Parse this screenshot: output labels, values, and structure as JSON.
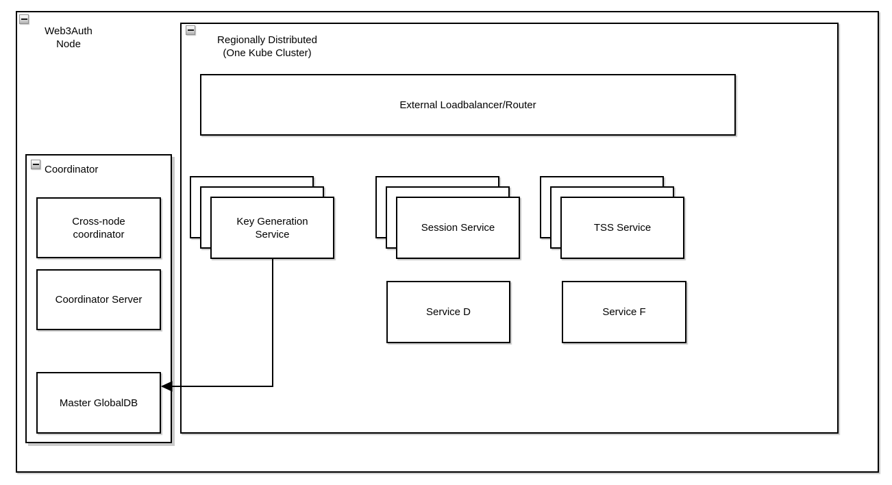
{
  "diagram": {
    "colors": {
      "shape_border": "#000000",
      "shape_fill": "#ffffff",
      "text": "#000000",
      "shadow": "#cccccc",
      "collapse_button_border": "#909090"
    },
    "groups": {
      "web3auth": {
        "label": [
          "Web3Auth",
          "Node"
        ],
        "collapse_icon": "minus",
        "collapsed": false
      },
      "regional": {
        "label": [
          "Regionally Distributed",
          "(One Kube Cluster)"
        ],
        "collapse_icon": "minus",
        "collapsed": false
      },
      "coordinator": {
        "label": "Coordinator",
        "collapse_icon": "minus",
        "collapsed": false
      }
    },
    "nodes": {
      "external_lb": {
        "label": "External Loadbalancer/Router"
      },
      "key_generation": {
        "label": "Key Generation Service",
        "layers": 3
      },
      "session": {
        "label": "Session Service",
        "layers": 3
      },
      "tss": {
        "label": "TSS Service",
        "layers": 3
      },
      "service_d": {
        "label": "Service D"
      },
      "service_f": {
        "label": "Service F"
      },
      "cross_node": {
        "label": "Cross-node coordinator"
      },
      "coordinator_server": {
        "label": "Coordinator Server"
      },
      "master_globaldb": {
        "label": "Master GlobalDB"
      }
    },
    "edges": [
      {
        "from": "Key Generation Service",
        "to": "Master GlobalDB",
        "style": "orthogonal",
        "arrowhead": "target-left"
      }
    ]
  }
}
